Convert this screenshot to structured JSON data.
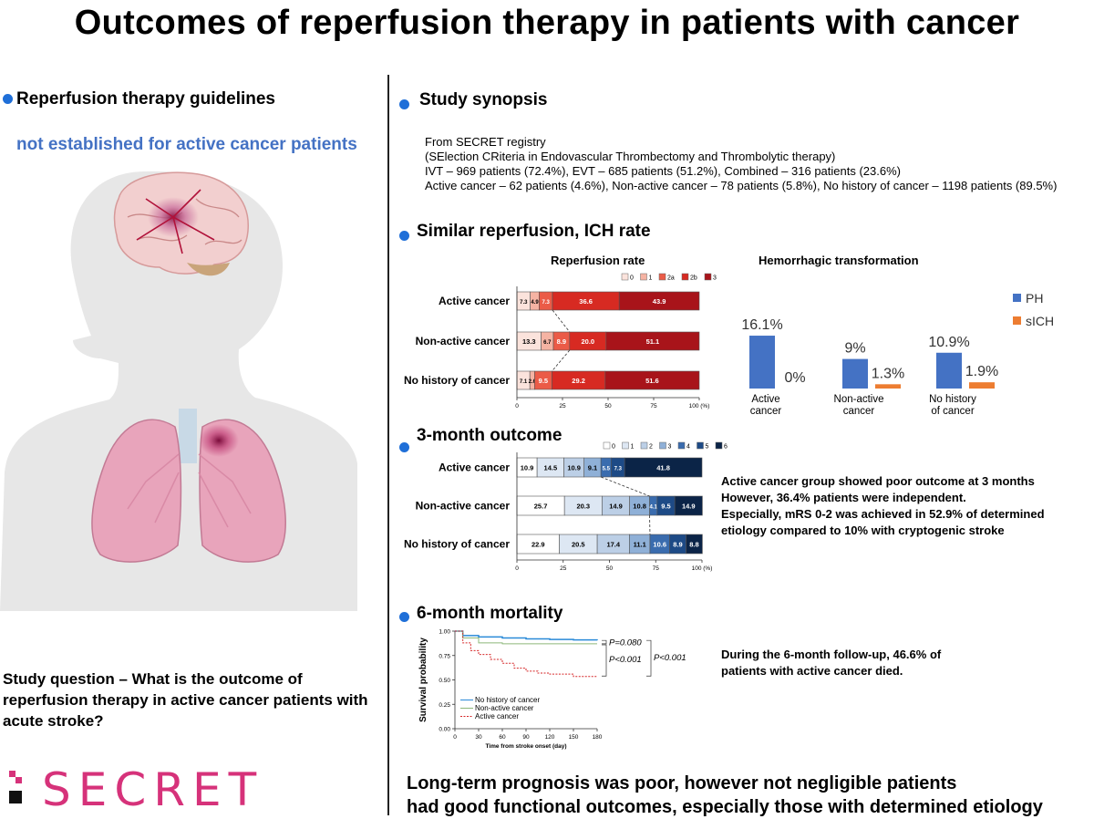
{
  "title": "Outcomes of  reperfusion therapy in patients with cancer",
  "left": {
    "heading": "Reperfusion therapy guidelines",
    "subheading": "not established for active cancer patients",
    "question": "Study question – What is the outcome of reperfusion therapy in active cancer patients with acute stroke?",
    "logo_text": "SECRET"
  },
  "synopsis": {
    "heading": "Study synopsis",
    "lines": [
      "From SECRET registry",
      "(SElection CRiteria in Endovascular Thrombectomy and Thrombolytic therapy)",
      "IVT – 969 patients (72.4%), EVT – 685 patients (51.2%), Combined – 316 patients (23.6%)",
      "Active cancer – 62 patients (4.6%), Non-active cancer – 78 patients (5.8%), No history of cancer – 1198 patients (89.5%)"
    ]
  },
  "reperfusion_section": {
    "heading": "Similar reperfusion, ICH rate",
    "reperfusion_title": "Reperfusion rate",
    "hemorrhagic_title": "Hemorrhagic transformation"
  },
  "outcome_section": {
    "heading": "3-month outcome",
    "note": [
      "Active cancer group showed poor outcome at 3 months",
      "However, 36.4% patients were independent.",
      "Especially, mRS 0-2 was achieved in 52.9% of determined",
      "etiology  compared to 10% with cryptogenic stroke"
    ]
  },
  "mortality_section": {
    "heading": "6-month mortality",
    "note": [
      "During the 6-month follow-up, 46.6% of",
      "patients with active cancer died."
    ]
  },
  "conclusion": [
    "Long-term prognosis was poor, however not negligible patients",
    "had good functional outcomes, especially those with determined etiology"
  ],
  "colors": {
    "accent_blue": "#1f6fd8",
    "brand_pink": "#d6327a",
    "ph": "#4472c4",
    "sich": "#ed7d31"
  },
  "chart_data": [
    {
      "type": "bar",
      "orientation": "horizontal-stacked",
      "title": "Reperfusion rate",
      "categories": [
        "Active cancer",
        "Non-active cancer",
        "No history of cancer"
      ],
      "legend": [
        "0",
        "1",
        "2a",
        "2b",
        "3"
      ],
      "colors": [
        "#fbe3dc",
        "#f5b3a3",
        "#eb5b47",
        "#d72a22",
        "#a8141a"
      ],
      "series_values": [
        [
          7.3,
          4.9,
          7.3,
          36.6,
          43.9
        ],
        [
          13.3,
          6.7,
          8.9,
          20.0,
          51.1
        ],
        [
          7.1,
          2.6,
          9.5,
          29.2,
          51.6
        ]
      ],
      "x_ticks": [
        "0",
        "25",
        "50",
        "75",
        "100 (%)"
      ],
      "xlim": [
        0,
        100
      ]
    },
    {
      "type": "bar",
      "title": "Hemorrhagic transformation",
      "categories": [
        "Active\ncancer",
        "Non-active\ncancer",
        "No history\nof cancer"
      ],
      "series": [
        {
          "name": "PH",
          "values": [
            16.1,
            9,
            10.9
          ],
          "labels": [
            "16.1%",
            "9%",
            "10.9%"
          ]
        },
        {
          "name": "sICH",
          "values": [
            0,
            1.3,
            1.9
          ],
          "labels": [
            "0%",
            "1.3%",
            "1.9%"
          ]
        }
      ],
      "legend_position": "right"
    },
    {
      "type": "bar",
      "orientation": "horizontal-stacked",
      "categories": [
        "Active cancer",
        "Non-active cancer",
        "No history of cancer"
      ],
      "legend": [
        "0",
        "1",
        "2",
        "3",
        "4",
        "5",
        "6"
      ],
      "colors": [
        "#ffffff",
        "#dde7f3",
        "#bccfe6",
        "#8fb0d7",
        "#3a6cae",
        "#1d4a86",
        "#0b2447"
      ],
      "series_values": [
        [
          10.9,
          14.5,
          10.9,
          9.1,
          5.5,
          7.3,
          41.8
        ],
        [
          25.7,
          20.3,
          14.9,
          10.8,
          4.1,
          9.5,
          14.9
        ],
        [
          22.9,
          20.5,
          17.4,
          11.1,
          10.6,
          8.9,
          8.8
        ]
      ],
      "x_ticks": [
        "0",
        "25",
        "50",
        "75",
        "100 (%)"
      ],
      "xlim": [
        0,
        100
      ]
    },
    {
      "type": "line",
      "xlabel": "Time from stroke onset (day)",
      "ylabel": "Survival probability",
      "x_ticks": [
        "0",
        "30",
        "60",
        "90",
        "120",
        "150",
        "180"
      ],
      "y_ticks": [
        "0.00",
        "0.25",
        "0.50",
        "0.75",
        "1.00"
      ],
      "xlim": [
        0,
        180
      ],
      "ylim": [
        0,
        1
      ],
      "series": [
        {
          "name": "No history of cancer",
          "color": "#2a8ad8",
          "x": [
            0,
            10,
            30,
            60,
            90,
            120,
            150,
            180
          ],
          "y": [
            1.0,
            0.955,
            0.94,
            0.93,
            0.92,
            0.915,
            0.91,
            0.905
          ]
        },
        {
          "name": "Non-active cancer",
          "color": "#8db87a",
          "x": [
            0,
            10,
            30,
            60,
            90,
            120,
            150,
            180
          ],
          "y": [
            1.0,
            0.93,
            0.88,
            0.87,
            0.87,
            0.87,
            0.87,
            0.87
          ]
        },
        {
          "name": "Active cancer",
          "color": "#d62728",
          "x": [
            0,
            10,
            20,
            30,
            45,
            60,
            75,
            90,
            105,
            120,
            150,
            180
          ],
          "y": [
            1.0,
            0.88,
            0.8,
            0.76,
            0.71,
            0.67,
            0.62,
            0.59,
            0.57,
            0.56,
            0.535,
            0.534
          ]
        }
      ],
      "annotations": [
        "P=0.080",
        "P<0.001",
        "P<0.001"
      ]
    }
  ]
}
